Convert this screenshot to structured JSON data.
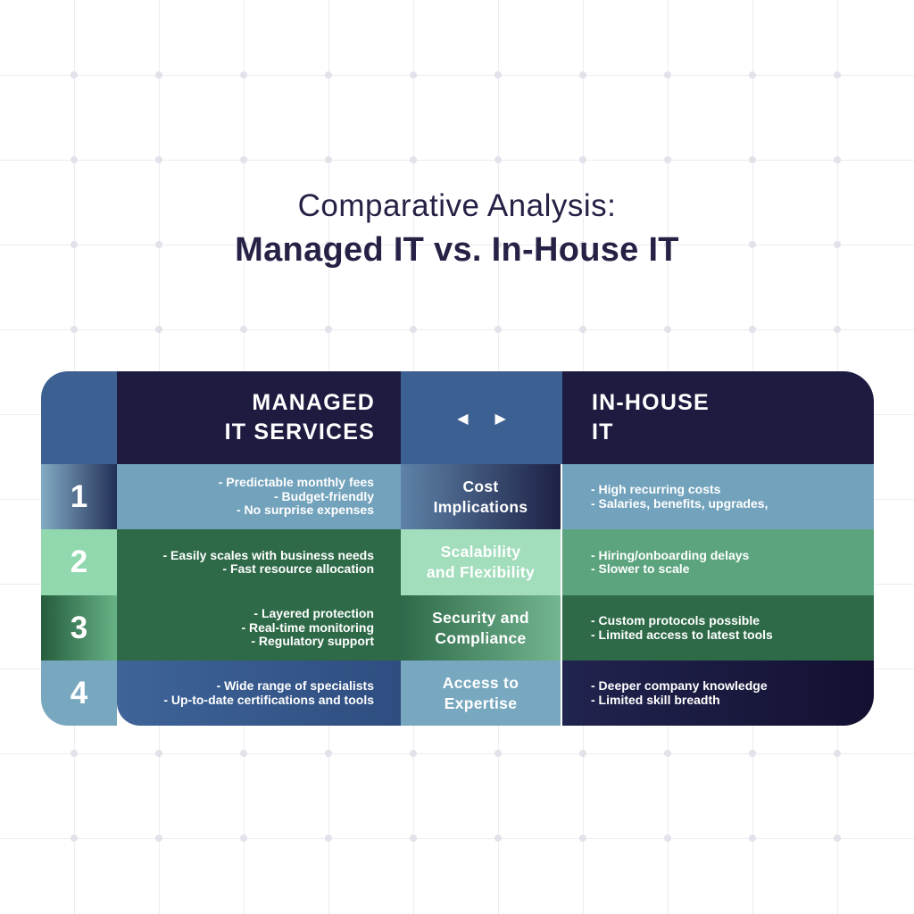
{
  "title": {
    "line1": "Comparative Analysis:",
    "line2": "Managed IT vs. In-House IT"
  },
  "table": {
    "header": {
      "managed_line1": "MANAGED",
      "managed_line2": "IT SERVICES",
      "inhouse_line1": "IN-HOUSE",
      "inhouse_line2": "IT"
    },
    "icons": {
      "arrow_left": "◀",
      "arrow_right": "▶"
    },
    "rows": [
      {
        "number": "1",
        "category_line1": "Cost",
        "category_line2": "Implications",
        "managed": [
          "- Predictable monthly fees",
          "- Budget-friendly",
          "- No surprise expenses"
        ],
        "inhouse": [
          "- High recurring costs",
          "- Salaries, benefits, upgrades,"
        ]
      },
      {
        "number": "2",
        "category_line1": "Scalability",
        "category_line2": "and Flexibility",
        "managed": [
          "- Easily scales with business needs",
          "- Fast resource allocation"
        ],
        "inhouse": [
          "- Hiring/onboarding delays",
          "- Slower to scale"
        ]
      },
      {
        "number": "3",
        "category_line1": "Security and",
        "category_line2": "Compliance",
        "managed": [
          "- Layered protection",
          "- Real-time monitoring",
          "- Regulatory support"
        ],
        "inhouse": [
          "- Custom protocols possible",
          "- Limited access to latest tools"
        ]
      },
      {
        "number": "4",
        "category_line1": "Access to",
        "category_line2": "Expertise",
        "managed": [
          "- Wide range of specialists",
          "- Up-to-date certifications and tools"
        ],
        "inhouse": [
          "- Deeper company knowledge",
          "- Limited skill breadth"
        ]
      }
    ]
  },
  "colors": {
    "title_navy": "#252246",
    "header_navy": "#1e1b40",
    "steel_blue": "#3d6092",
    "light_blue": "#72a2bc",
    "pale_blue": "#78a8bf",
    "light_green": "#92d8ae",
    "pale_green": "#a2ddbc",
    "medium_green": "#5ba47e",
    "dark_green": "#2e6a48",
    "grid_line": "#ededf2"
  }
}
